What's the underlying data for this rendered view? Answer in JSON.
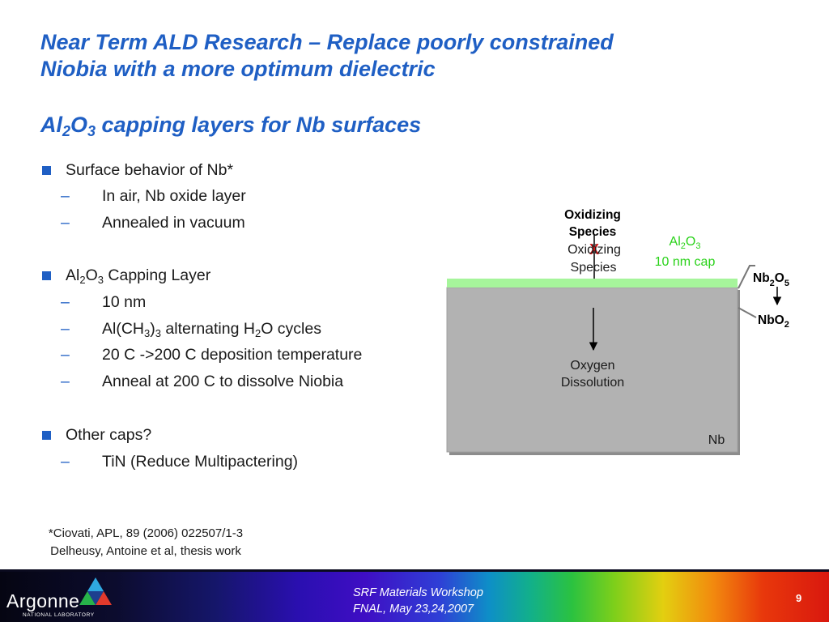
{
  "title": {
    "line1": "Near Term ALD Research – Replace poorly constrained",
    "line2": "Niobia with a more optimum dielectric"
  },
  "subtitle": {
    "al": "Al",
    "two": "2",
    "o": "O",
    "three": "3",
    "rest": " capping layers for Nb surfaces"
  },
  "bullets": {
    "b1": "Surface behavior of Nb*",
    "b1_1": "In air, Nb oxide layer",
    "b1_2": "Annealed in vacuum",
    "b2_al": "Al",
    "b2_sub2": "2",
    "b2_o": "O",
    "b2_sub3": "3",
    "b2_rest": " Capping Layer",
    "b2_1": "10 nm",
    "b2_2_a": "Al(CH",
    "b2_2_s1": "3",
    "b2_2_b": ")",
    "b2_2_s2": "3",
    "b2_2_c": " alternating H",
    "b2_2_s3": "2",
    "b2_2_d": "O cycles",
    "b2_3": "20 C ->200 C deposition temperature",
    "b2_4": "Anneal at 200 C to dissolve Niobia",
    "b3": "Other caps?",
    "b3_1": "TiN (Reduce Multipactering)",
    "dash": "–"
  },
  "diagram": {
    "ox_top_1": "Oxidizing",
    "ox_top_2": "Species",
    "ox_mid_1": "Oxidizing",
    "ox_mid_2": "Species",
    "x_mark": "X",
    "al_cap_al": "Al",
    "al_cap_2": "2",
    "al_cap_o": "O",
    "al_cap_3": "3",
    "al_cap_line2": "10 nm cap",
    "nb2o5_nb": "Nb",
    "nb2o5_2": "2",
    "nb2o5_o": "O",
    "nb2o5_5": "5",
    "nbo2_nbo": "NbO",
    "nbo2_2": "2",
    "diss_1": "Oxygen",
    "diss_2": "Dissolution",
    "nb": "Nb",
    "colors": {
      "cap": "#a6f59b",
      "bulk": "#b2b2b2",
      "cap_label": "#2ad21a",
      "x_mark": "#d81a1a"
    }
  },
  "refs": {
    "line1": "*Ciovati, APL, 89 (2006) 022507/1-3",
    "line2": "Delheusy, Antoine et al, thesis work"
  },
  "footer": {
    "logo_name": "Argonne",
    "logo_sub": "NATIONAL LABORATORY",
    "workshop_1": "SRF Materials Workshop",
    "workshop_2": "FNAL, May 23,24,2007",
    "page": "9"
  }
}
